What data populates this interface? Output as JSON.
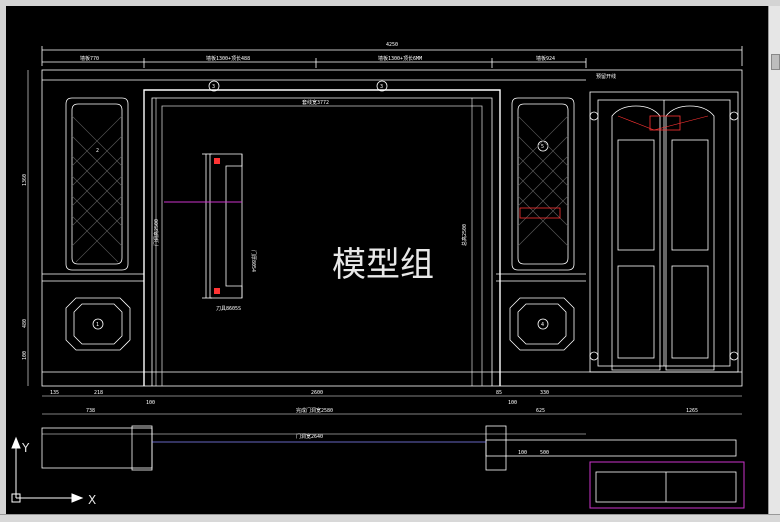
{
  "watermark": "模型组",
  "dimensions": {
    "total_width": "4250",
    "seg1": "墙板770",
    "seg2": "墙板1300+顶长488",
    "seg3": "墙板1300+顶长6MM",
    "seg4": "墙板924",
    "right_note": "预留开线",
    "inner_width": "套线宽3772",
    "door_height": "门洞高2500",
    "mid_height": "总高2500",
    "door_clear": "2600",
    "bottom_left": "100",
    "bottom_right": "100",
    "plan_1": "738",
    "plan_2": "完成门洞宽2580",
    "plan_3": "625",
    "plan_4": "1265",
    "plan_5": "门洞宽2640",
    "profile_left": "门厚8054",
    "profile_label": "刀具8605S",
    "left_1": "1360",
    "left_2": "480",
    "left_3": "100",
    "left_4": "218",
    "left_5": "135",
    "right_1": "330",
    "right_2": "85",
    "right_3": "500",
    "right_4": "100",
    "y_axis": "Y",
    "x_axis": "X",
    "circle_labels": [
      "1",
      "2",
      "3",
      "3",
      "4",
      "5"
    ]
  }
}
